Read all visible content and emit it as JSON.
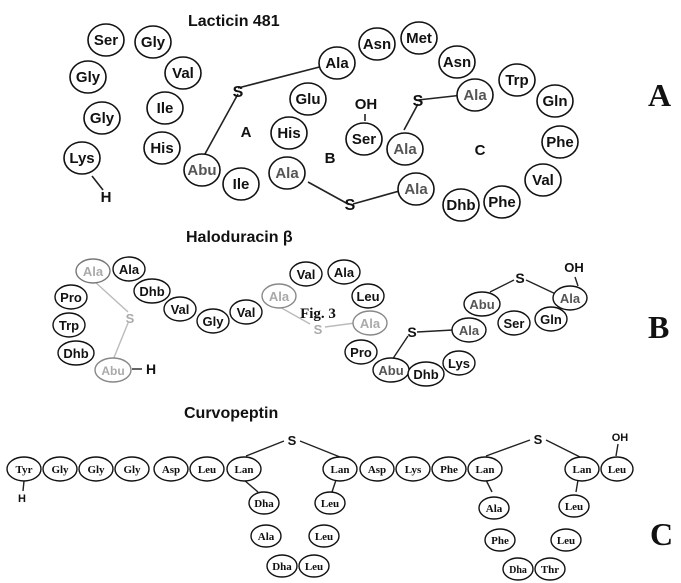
{
  "panels": [
    {
      "letter": "A",
      "title": "Lacticin 481",
      "residues": [
        "Ser",
        "Gly",
        "Gly",
        "Val",
        "Gly",
        "Ile",
        "Lys",
        "His",
        "Abu",
        "Ile",
        "Ala",
        "His",
        "Glu",
        "Ala",
        "Asn",
        "Met",
        "Asn",
        "Ser",
        "Ala",
        "Ala",
        "Trp",
        "Gln",
        "Phe",
        "Val",
        "Ala",
        "Dhb",
        "Phe"
      ],
      "labels": [
        "S",
        "S",
        "S",
        "OH",
        "H",
        "A",
        "B",
        "C"
      ]
    },
    {
      "letter": "B",
      "title": "Haloduracin β",
      "residues": [
        "Ala",
        "Ala",
        "Pro",
        "Dhb",
        "Trp",
        "Dhb",
        "Abu",
        "Val",
        "Gly",
        "Val",
        "Ala",
        "Val",
        "Ala",
        "Leu",
        "Ala",
        "Pro",
        "Abu",
        "Dhb",
        "Lys",
        "Ala",
        "Ser",
        "Gln",
        "Abu",
        "Ala"
      ],
      "labels": [
        "S",
        "S",
        "S",
        "S",
        "H",
        "OH"
      ],
      "annotation": "Fig. 3"
    },
    {
      "letter": "C",
      "title": "Curvopeptin",
      "residues": [
        "Tyr",
        "Gly",
        "Gly",
        "Gly",
        "Asp",
        "Leu",
        "Lan",
        "Lan",
        "Asp",
        "Lys",
        "Phe",
        "Lan",
        "Lan",
        "Leu",
        "Dha",
        "Leu",
        "Ala",
        "Leu",
        "Dha",
        "Leu",
        "Ala",
        "Leu",
        "Phe",
        "Leu",
        "Dha",
        "Thr"
      ],
      "labels": [
        "S",
        "S",
        "H",
        "OH"
      ]
    }
  ]
}
